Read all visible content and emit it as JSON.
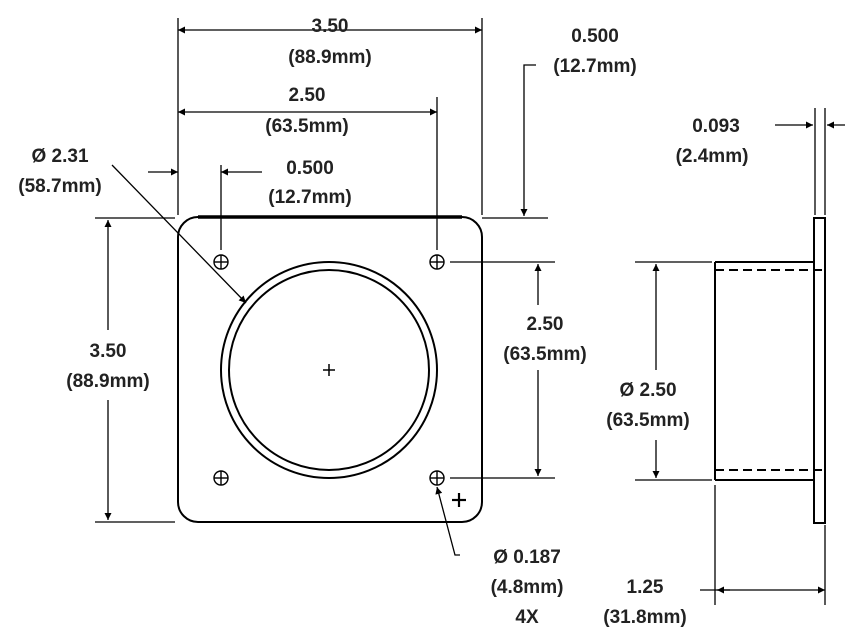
{
  "dimensions": {
    "overall_width": {
      "value": "3.50",
      "metric": "(88.9mm)"
    },
    "hole_spacing_top": {
      "value": "2.50",
      "metric": "(63.5mm)"
    },
    "hole_offset_left": {
      "value": "0.500",
      "metric": "(12.7mm)"
    },
    "hole_offset_right": {
      "value": "0.500",
      "metric": "(12.7mm)"
    },
    "bore_diameter": {
      "value": "Ø 2.31",
      "metric": "(58.7mm)"
    },
    "overall_height": {
      "value": "3.50",
      "metric": "(88.9mm)"
    },
    "hole_spacing_right": {
      "value": "2.50",
      "metric": "(63.5mm)"
    },
    "flange_thickness": {
      "value": "0.093",
      "metric": "(2.4mm)"
    },
    "collar_diameter": {
      "value": "Ø 2.50",
      "metric": "(63.5mm)"
    },
    "hole_diameter": {
      "value": "Ø 0.187",
      "metric": "(4.8mm)",
      "qty": "4X"
    },
    "collar_length": {
      "value": "1.25",
      "metric": "(31.8mm)"
    }
  }
}
